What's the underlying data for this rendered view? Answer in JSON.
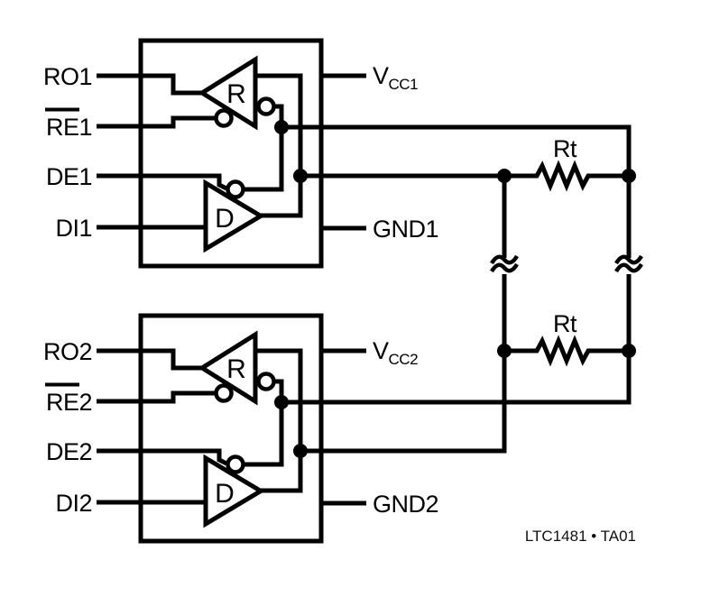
{
  "diagram": {
    "type": "circuit-schematic",
    "part_caption": "LTC1481 • TA01",
    "ink_color": "#000000",
    "background_color": "#ffffff",
    "transceivers": [
      {
        "receiver_label": "R",
        "driver_label": "D",
        "pins": {
          "ro": "RO1",
          "re": "RE1",
          "de": "DE1",
          "di": "DI1",
          "vcc_main": "V",
          "vcc_sub": "CC1",
          "gnd": "GND1"
        }
      },
      {
        "receiver_label": "R",
        "driver_label": "D",
        "pins": {
          "ro": "RO2",
          "re": "RE2",
          "de": "DE2",
          "di": "DI2",
          "vcc_main": "V",
          "vcc_sub": "CC2",
          "gnd": "GND2"
        }
      }
    ],
    "resistors": [
      {
        "label": "Rt"
      },
      {
        "label": "Rt"
      }
    ]
  }
}
